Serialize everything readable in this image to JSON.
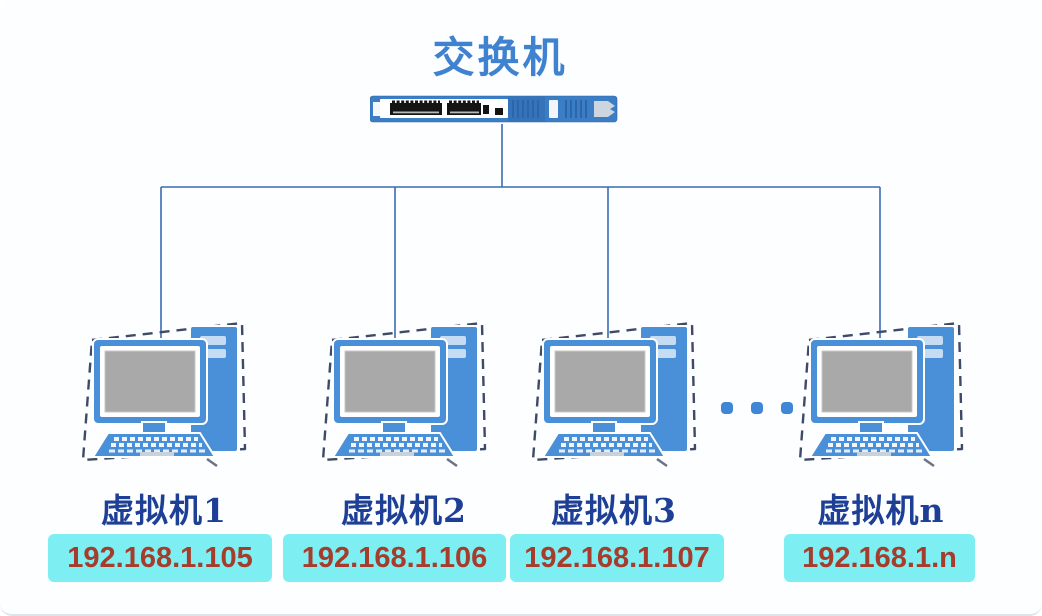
{
  "diagram": {
    "title": "交换机",
    "vms": [
      {
        "label": "虚拟机1",
        "ip": "192.168.1.105"
      },
      {
        "label": "虚拟机2",
        "ip": "192.168.1.106"
      },
      {
        "label": "虚拟机3",
        "ip": "192.168.1.107"
      },
      {
        "label": "虚拟机n",
        "ip": "192.168.1.n"
      }
    ],
    "icons": {
      "switch": "network-switch-icon",
      "computer": "desktop-computer-icon",
      "ellipsis": "ellipsis-dots"
    },
    "colors": {
      "computer_blue": "#4a90d9",
      "connector_line_blue": "#3a6cb3",
      "title_blue": "#3e82d0",
      "label_navy": "#1e3f96",
      "ip_text_red": "#a63c2b",
      "ip_pill_cyan": "#7deef2",
      "dashed_frame": "#3d4a68"
    }
  }
}
